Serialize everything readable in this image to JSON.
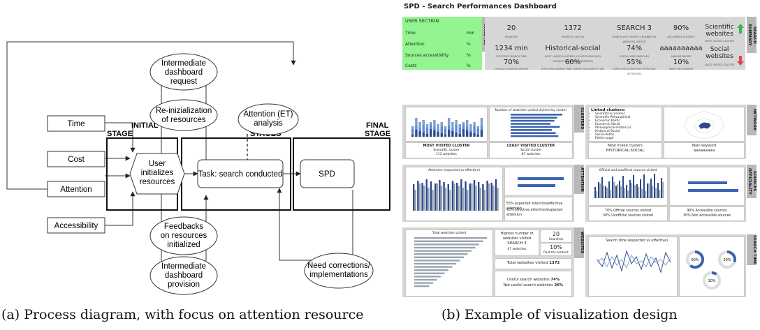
{
  "diagram": {
    "inputs": [
      "Time",
      "Cost",
      "Attention",
      "Accessibility"
    ],
    "stages": {
      "initial": "INITIAL STAGE",
      "middle": "MIDDLE STAGES",
      "final": "FINAL STAGE"
    },
    "nodes": {
      "user_init": "User initializes resources",
      "task": "Task: search conducted",
      "spd": "SPD",
      "dash_request": "Intermediate dashboard request",
      "reinit": "Re-inizialization of resources",
      "attention_et": "Attention (ET) analysis",
      "feedbacks": "Feedbacks on resources initialized",
      "dash_provision": "Intermediate dashboard provision",
      "corrections": "Need corrections/ implementations"
    }
  },
  "captions": {
    "a": "(a) Process diagram, with focus on attention resource",
    "b": "(b) Example of visualization design"
  },
  "dashboard": {
    "title": "SPD - Search Performances Dashboard",
    "user": {
      "header": "USER SECTION",
      "rows": [
        [
          "Time",
          "min"
        ],
        [
          "Attention",
          "%"
        ],
        [
          "Sources accessibility",
          "%"
        ],
        [
          "Costs",
          "%"
        ]
      ],
      "tab": "RESOURCES INVESTED"
    },
    "summary": {
      "tab": "SEARCH SUMMARY",
      "stats": [
        {
          "v": "20",
          "l": "SEARCHES"
        },
        {
          "v": "1372",
          "l": "WEBSITES VISITED"
        },
        {
          "v": "SEARCH 3",
          "l": "SEARCH WITH HIGHEST NUMBER OF WEBSITES VISITED"
        },
        {
          "v": "90%",
          "l": "ACCESSIBLE SOURCES"
        },
        {
          "v": "1234 min",
          "l": "EFFECTIVE SEARCH TIME"
        },
        {
          "v": "Historical-social",
          "l": "MOST LINKED CLUSTERS (CLUSTER PAIR WITH HIGHEST NUMBER OF WEBSITES)"
        },
        {
          "v": "74%",
          "l": "USEFUL WEB SEARCHES"
        },
        {
          "v": "aaaaaaaaaa",
          "l": "MAIN KEYWORD"
        },
        {
          "v": "70%",
          "l": "OFFICIAL SOURCES VISITED"
        },
        {
          "v": "60%",
          "l": "EFFECTIVE SEARCH TIME / EXPECTED SEARCH TIME"
        },
        {
          "v": "55%",
          "l": "EXPECTED ATTENTION / EFFECTIVE ATTENTION"
        },
        {
          "v": "10%",
          "l": "PAID-FOR-CONTENT"
        }
      ],
      "sci_label": "Scientific websites",
      "sci_sub": "MOST VISITED CLUSTER",
      "soc_label": "Social websites",
      "soc_sub": "LEAST VISITED CLUSTER"
    },
    "clusters": {
      "tab": "CLUSTERS",
      "chart_title": "Number of websites visited divided by cluster",
      "most_title": "MOST VISITED CLUSTER",
      "most_name": "Scientific cluster",
      "most_count": "112 websites",
      "least_title": "LEAST VISITED CLUSTER",
      "least_name": "Social cluster",
      "least_count": "87 websites"
    },
    "network": {
      "tab": "NETWORK",
      "header": "Linked clusters:",
      "items": [
        "Scientific-Economic",
        "Scientific-Philosophical",
        "Economic-Politic",
        "Economic-Social",
        "Philosophical-Historical",
        "Historical-Social",
        "Social-Politic",
        "Politic-Legal"
      ],
      "most_title": "Most linked clusters",
      "most_value": "HISTORICAL-SOCIAL",
      "keyword_title": "Main keyword",
      "keyword_value": "aaaaaaaaa"
    },
    "attention": {
      "tab": "ATTENTION",
      "chart_title": "Attention (expected vs effective)",
      "line1": "55% expected attention/effective attention",
      "line2": "45% effective attention/expected attention"
    },
    "sources": {
      "tab": "SOURCES OFFICIALITY",
      "chart_title": "Official and unofficial sources visited",
      "t1": "70% Official sources visited",
      "t2": "30% Unofficial sources visited",
      "t3": "90% Accessible sources",
      "t4": "30% Non accessible sources"
    },
    "websites": {
      "tab": "WEBSITES",
      "chart_title": "Total websites visited",
      "highest_label": "Highest number of websites visited",
      "highest_value": "SEARCH 3",
      "highest_count": "47 websites",
      "searches_value": "20",
      "searches_label": "Searches",
      "paid_value": "10%",
      "paid_label": "Paid-for-content",
      "total_label": "Total websites visited",
      "total_value": "1372",
      "useful_label": "Useful search websites",
      "useful_value": "74%",
      "notuseful_label": "Not useful search websites",
      "notuseful_value": "26%"
    },
    "search_time": {
      "tab": "SEARCH TIME",
      "chart_title": "Search time (expected vs effective)",
      "donuts": [
        "60%",
        "30%",
        "10%"
      ]
    }
  }
}
